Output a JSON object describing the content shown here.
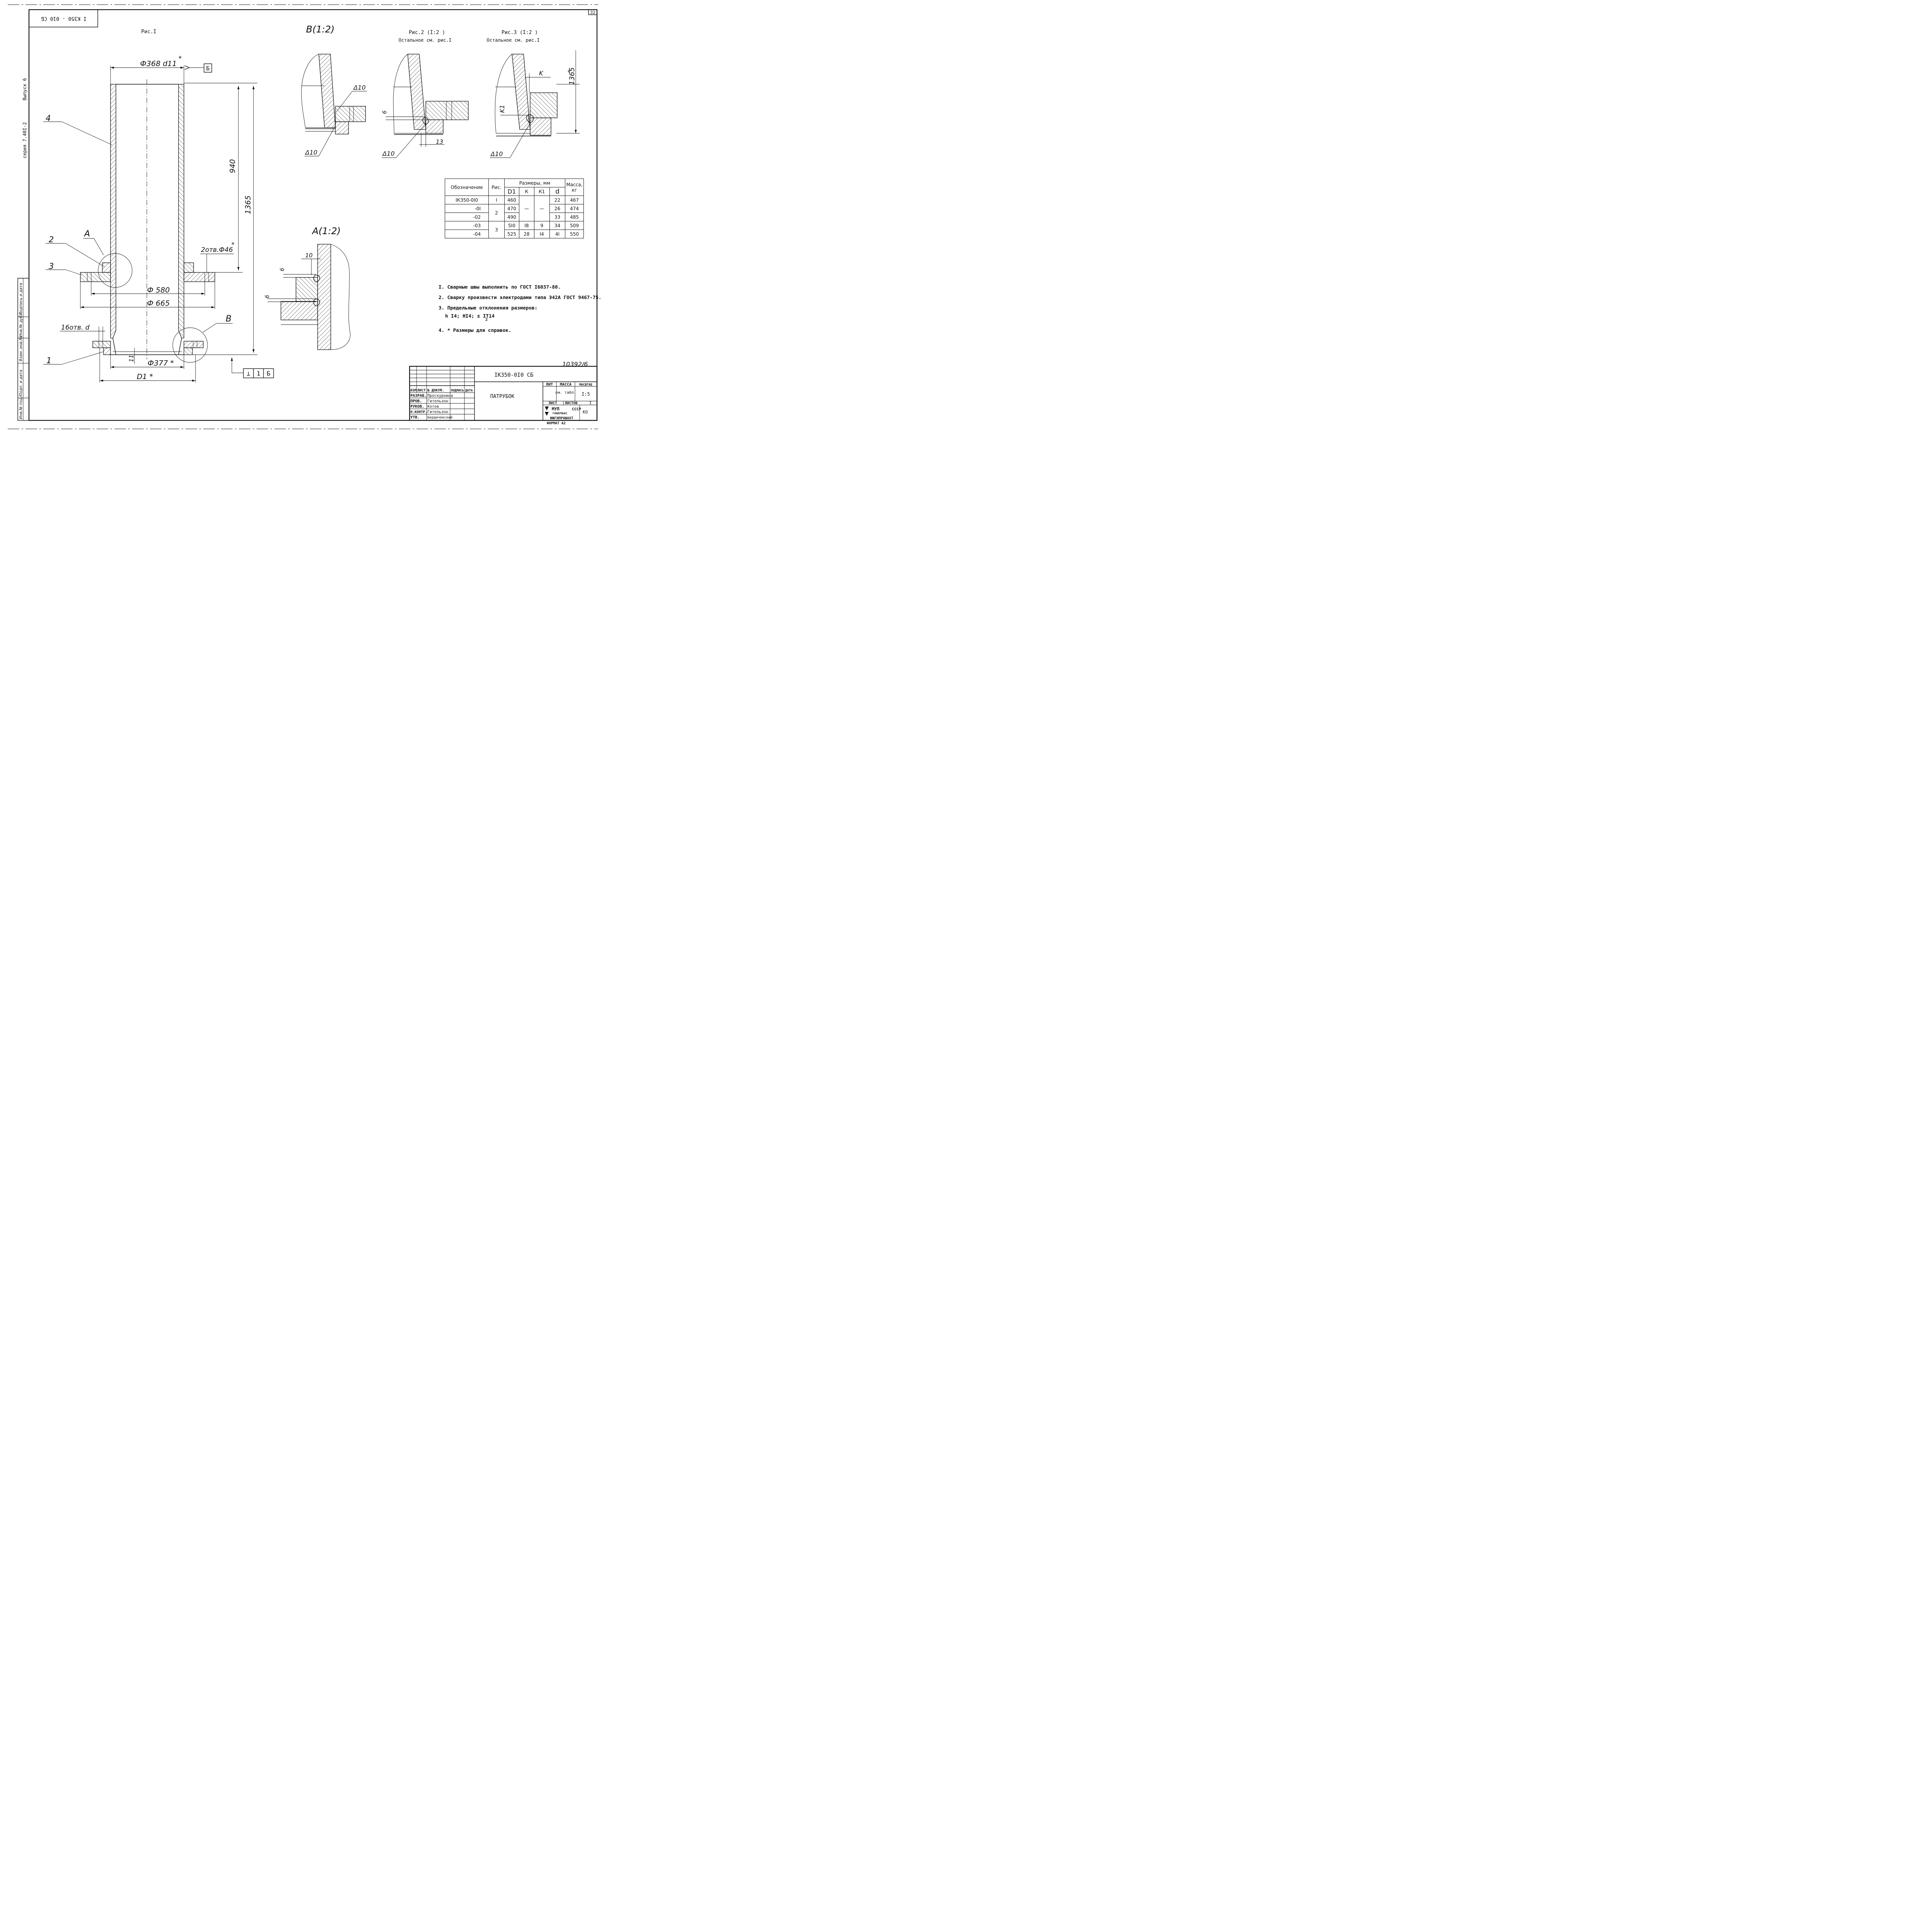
{
  "stamp_top": "I КЗ50 - 010 СБ",
  "sheet_number": "32",
  "series_label": "серия 7.40I-2",
  "issue_label": "Выпуск 6",
  "figures": {
    "fig1": "Рис.I",
    "fig2": "Рис.2 (I:2 )",
    "fig2_sub": "Остальное   см. рис.I",
    "fig3": "Рис.3 (I:2 )",
    "fig3_sub": "Остальное  см. рис.I",
    "view_b": "В(1:2)",
    "view_a": "А(1:2)"
  },
  "dimensions": {
    "d368": "Ф368 d11",
    "star": "*",
    "datum_b": "Б",
    "d940": "940",
    "d1365": "1365",
    "d1365b": "1365",
    "holes2": "2отв.Ф46",
    "d580": "Ф 580",
    "d665": "Ф 665",
    "holes16": "16отв. d",
    "d11": "11",
    "d377": "Ф377 *",
    "d1": "D1 *",
    "tol_perp": "⊥",
    "tol_val": "1",
    "tol_datum": "Б",
    "weld10": "Δ10",
    "k_label": "K",
    "k1_label": "K1",
    "six": "6",
    "thirteen": "13",
    "ten": "10"
  },
  "callouts": {
    "c1": "1",
    "c2": "2",
    "c3": "3",
    "c4": "4",
    "cA": "А",
    "cB": "В"
  },
  "table": {
    "h_designation": "Обозначение",
    "h_fig": "Рис.",
    "h_sizes": "Размеры, мм",
    "h_mass": "Масса, кг",
    "h_d1": "D1",
    "h_k": "К",
    "h_k1": "К1",
    "h_d": "d",
    "dash": "—",
    "rows": [
      {
        "des": "IКЗ50-0I0",
        "fig": "I",
        "d1": "460",
        "k": "",
        "k1": "",
        "d": "22",
        "mass": "467"
      },
      {
        "des": "-0I",
        "fig": "2",
        "d1": "470",
        "k": "",
        "k1": "",
        "d": "26",
        "mass": "474"
      },
      {
        "des": "-02",
        "fig": "",
        "d1": "490",
        "k": "",
        "k1": "",
        "d": "33",
        "mass": "485"
      },
      {
        "des": "-03",
        "fig": "3",
        "d1": "5I0",
        "k": "I8",
        "k1": "9",
        "d": "34",
        "mass": "509"
      },
      {
        "des": "-04",
        "fig": "",
        "d1": "525",
        "k": "28",
        "k1": "I4",
        "d": "4I",
        "mass": "550"
      }
    ]
  },
  "notes": {
    "n1": "I. Сварные швы выполнить по ГОСТ I6037-80.",
    "n2": "2. Сварку произвести электродами типа Э42А ГОСТ 9467-75.",
    "n3": "3. Предельные отклонения размеров:",
    "n3b": "h I4;  HI4;  ± IT14",
    "n3c": "2",
    "n4": "4. * Размеры для справок."
  },
  "drawing_number": "10392/6",
  "title_block": {
    "code": "IКЗ50-0I0 СБ",
    "name": "ПАТРУБОК",
    "h_izm": "ИЗМ.",
    "h_list": "ЛИСТ",
    "h_doc": "№ ДОКУМ.",
    "h_sign": "ПОДПИСЬ",
    "h_date": "ДАТА",
    "roles": [
      "РАЗРАБ.",
      "ПРОВ.",
      "РУКОВ.",
      "Н.КОНТР.",
      "УТВ."
    ],
    "people": [
      "Проскурнина",
      "Гительзон",
      "Котов",
      "Гительзон",
      "Бердичевский"
    ],
    "lit": "ЛИТ",
    "mass": "МАССА",
    "scale": "МАСШТАБ",
    "mass_val": "см. табл.",
    "scale_val": "I:5",
    "sheet": "ЛИСТ",
    "sheets": "ЛИСТОВ",
    "sheets_val": "I",
    "org1": "МУП",
    "org2": "ГЛАВУПЬКС",
    "org3": "СССР",
    "org4": "ЮЖГИПРОШАХТ",
    "org5": "КО",
    "format": "ФОРМАТ А2"
  },
  "side_stamp": [
    "Инв.№ подл.",
    "Подп. и дата",
    "Взам. инв.№",
    "Инв.№ дубл.",
    "Подпись и дата"
  ]
}
